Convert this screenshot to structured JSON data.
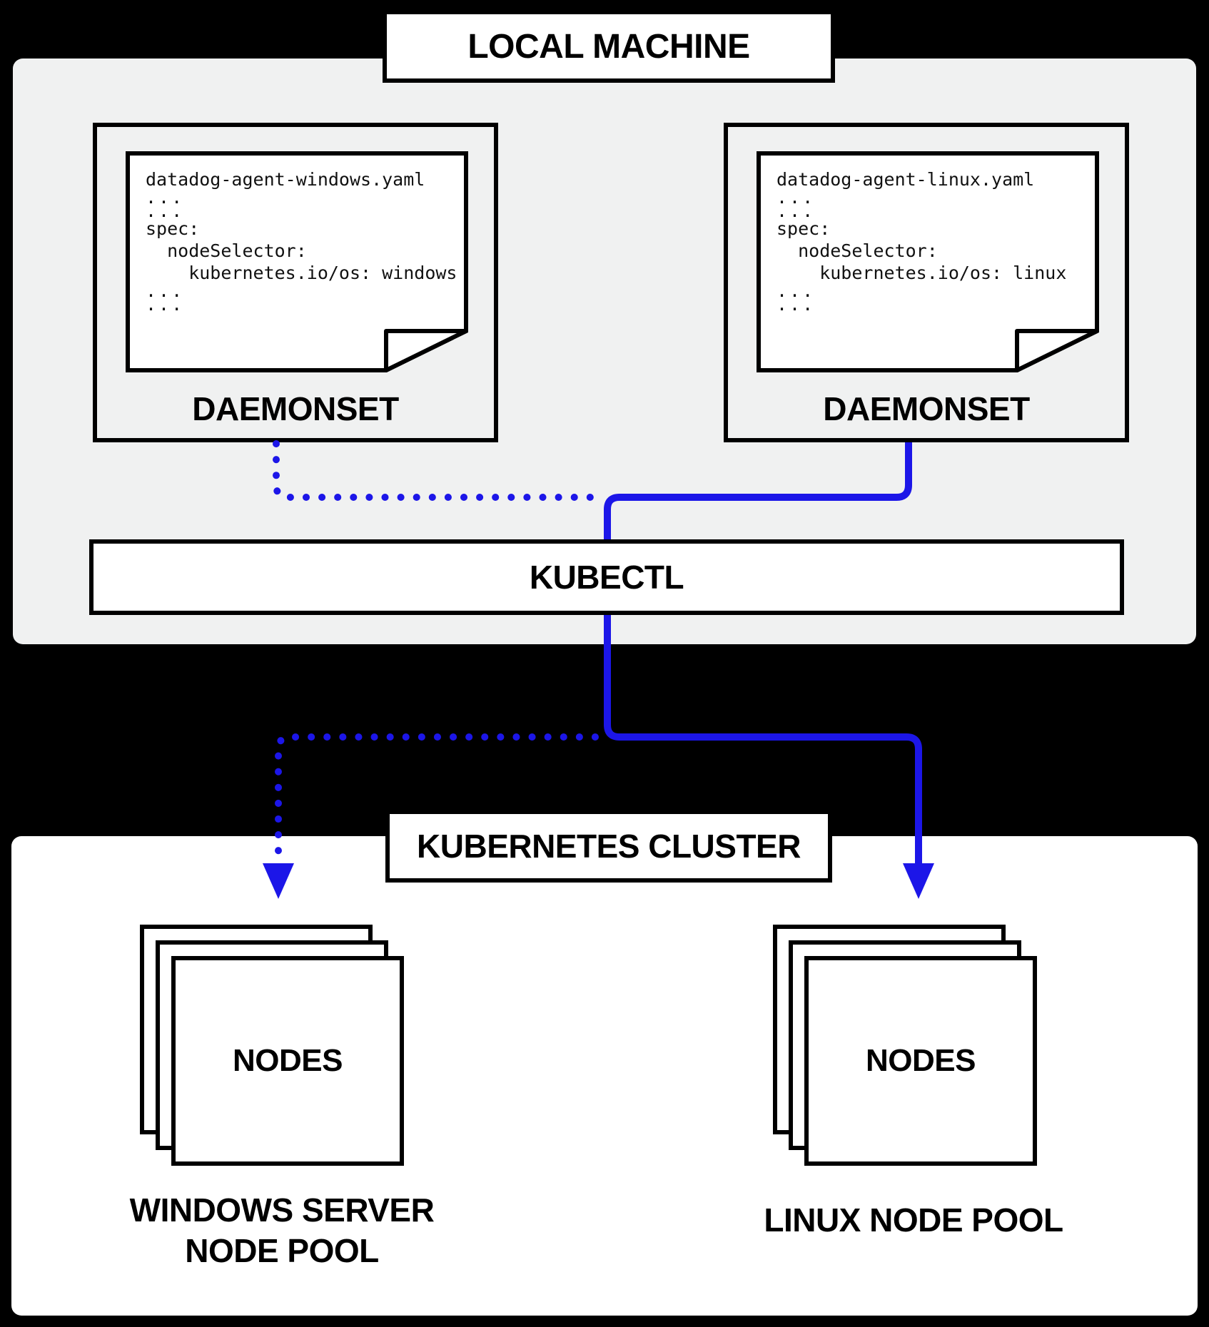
{
  "labels": {
    "local_machine": "LOCAL MACHINE",
    "kubernetes_cluster": "KUBERNETES CLUSTER",
    "kubectl": "KUBECTL",
    "daemonset_windows": "DAEMONSET",
    "daemonset_linux": "DAEMONSET",
    "nodes_windows": "NODES",
    "nodes_linux": "NODES",
    "windows_pool_line1": "WINDOWS SERVER",
    "windows_pool_line2": "NODE POOL",
    "linux_pool": "LINUX NODE POOL"
  },
  "code_windows": {
    "lines": [
      "datadog-agent-windows.yaml",
      "...",
      "...",
      "spec:",
      "  nodeSelector:",
      "    kubernetes.io/os: windows",
      "...",
      "..."
    ]
  },
  "code_linux": {
    "lines": [
      "datadog-agent-linux.yaml",
      "...",
      "...",
      "spec:",
      "  nodeSelector:",
      "    kubernetes.io/os: linux",
      "...",
      "..."
    ]
  },
  "colors": {
    "accent_blue": "#1c16e8",
    "panel_gray": "#f0f1f1",
    "background": "#000000",
    "surface": "#ffffff",
    "line_black": "#000000"
  }
}
